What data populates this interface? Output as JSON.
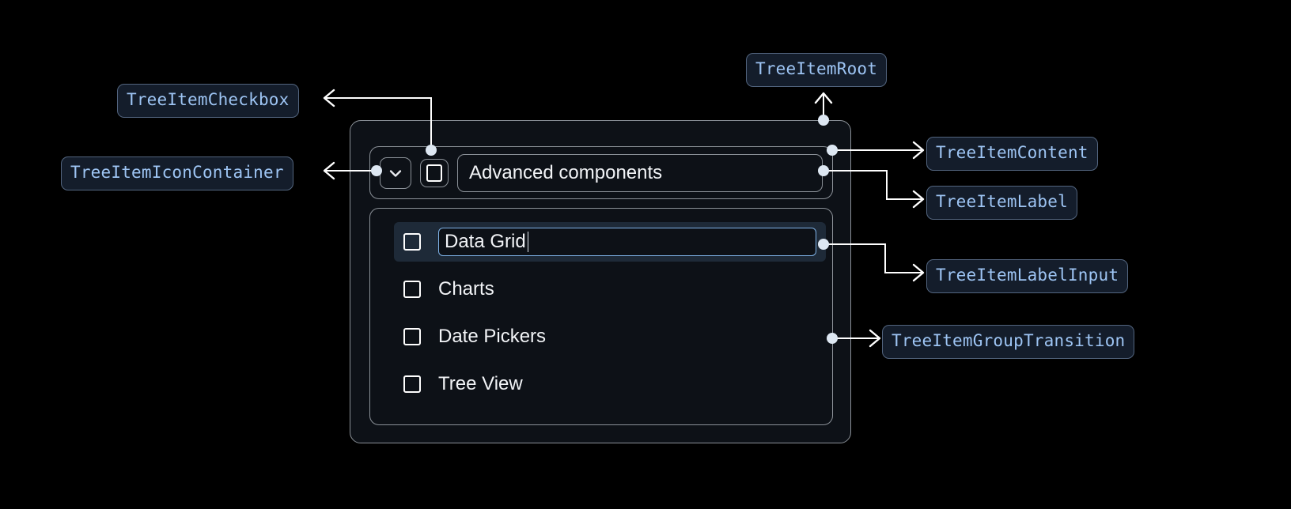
{
  "annotations": [
    {
      "id": "tree-item-checkbox",
      "label": "TreeItemCheckbox"
    },
    {
      "id": "tree-item-icon-container",
      "label": "TreeItemIconContainer"
    },
    {
      "id": "tree-item-root",
      "label": "TreeItemRoot"
    },
    {
      "id": "tree-item-content",
      "label": "TreeItemContent"
    },
    {
      "id": "tree-item-label",
      "label": "TreeItemLabel"
    },
    {
      "id": "tree-item-label-input",
      "label": "TreeItemLabelInput"
    },
    {
      "id": "tree-item-group-transition",
      "label": "TreeItemGroupTransition"
    }
  ],
  "tree": {
    "root_item": {
      "expand_icon": "chevron-down-icon",
      "checkbox": "checkbox-unchecked-icon",
      "label": "Advanced components"
    },
    "children": [
      {
        "label": "Data Grid",
        "editing": true,
        "selected": true,
        "checkbox": "checkbox-unchecked-icon"
      },
      {
        "label": "Charts",
        "editing": false,
        "selected": false,
        "checkbox": "checkbox-unchecked-icon"
      },
      {
        "label": "Date Pickers",
        "editing": false,
        "selected": false,
        "checkbox": "checkbox-unchecked-icon"
      },
      {
        "label": "Tree View",
        "editing": false,
        "selected": false,
        "checkbox": "checkbox-unchecked-icon"
      }
    ]
  },
  "colors": {
    "background": "#000000",
    "surface": "#0d1117",
    "border": "#8b9198",
    "badge_bg": "#141d2b",
    "badge_border": "#53657f",
    "badge_text": "#9ec5f4",
    "connector": "#ffffff",
    "dot": "#dde7f2",
    "selected_row": "#1e2a38",
    "input_border": "#7fb3e8",
    "text": "#f2f4f7"
  }
}
